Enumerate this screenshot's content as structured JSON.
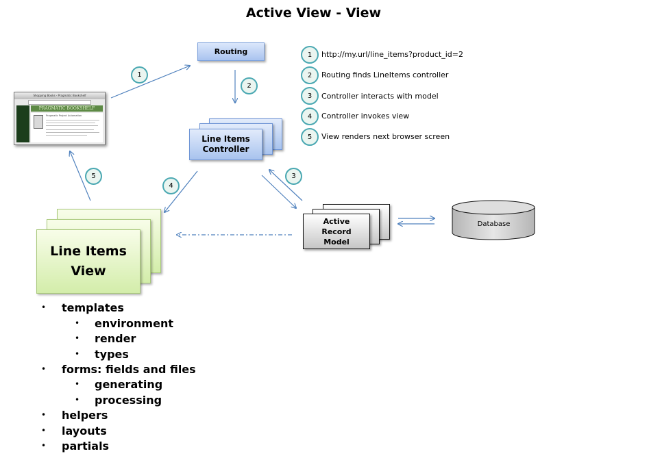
{
  "title": "Active View -  View",
  "boxes": {
    "routing": "Routing",
    "controller": [
      "Line Items",
      "Controller"
    ],
    "model": [
      "Active",
      "Record",
      "Model"
    ],
    "view": [
      "Line Items",
      "View"
    ],
    "database": "Database"
  },
  "browser": {
    "window_title": "Shopping Books - Pragmatic Bookshelf",
    "header": "PRAGMATIC BOOKSHELF",
    "book_title": "Pragmatic Project Automation"
  },
  "steps": {
    "flow_labels": [
      "1",
      "2",
      "3",
      "4",
      "5"
    ],
    "legend": [
      {
        "num": "1",
        "text": "http://my.url/line_items?product_id=2"
      },
      {
        "num": "2",
        "text": "Routing finds LineItems controller"
      },
      {
        "num": "3",
        "text": "Controller interacts with model"
      },
      {
        "num": "4",
        "text": "Controller invokes view"
      },
      {
        "num": "5",
        "text": "View renders next browser screen"
      }
    ]
  },
  "bullets": {
    "templates": "templates",
    "templates_sub": [
      "environment",
      "render",
      "types"
    ],
    "forms": "forms: fields and files",
    "forms_sub": [
      "generating",
      "processing"
    ],
    "helpers": "helpers",
    "layouts": "layouts",
    "partials": "partials",
    "marker": "•"
  },
  "colors": {
    "arrow": "#4f81bd",
    "circle_border": "#4aa8b2",
    "controller_fill": "#a8c3ee",
    "view_fill": "#d3edaa",
    "model_fill": "#c6c6c6"
  }
}
